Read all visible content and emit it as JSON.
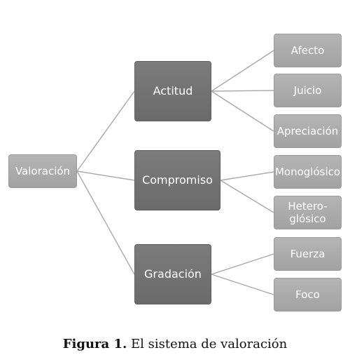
{
  "diagram": {
    "root": "Valoración",
    "branches": [
      {
        "label": "Actitud",
        "leaves": [
          "Afecto",
          "Juicio",
          "Apreciación"
        ]
      },
      {
        "label": "Compromiso",
        "leaves": [
          "Monoglósico",
          "Hetero-\nglósico"
        ]
      },
      {
        "label": "Gradación",
        "leaves": [
          "Fuerza",
          "Foco"
        ]
      }
    ]
  },
  "caption": {
    "label": "Figura 1.",
    "text": "El sistema de valoración"
  },
  "colors": {
    "root_fill": "#ababab",
    "branch_fill": "#727272",
    "leaf_fill": "#ababab",
    "connector": "#a8a8a8"
  }
}
